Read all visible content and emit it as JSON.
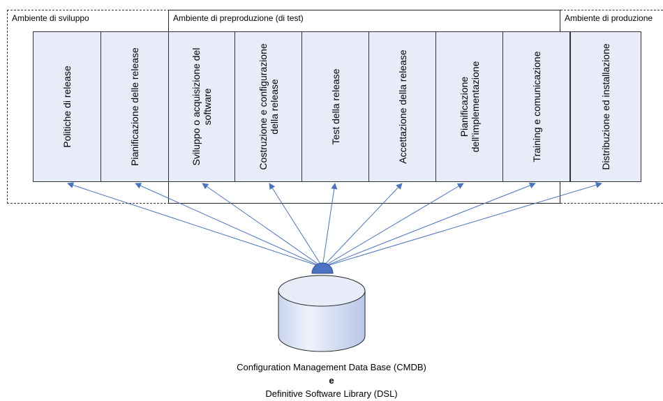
{
  "environments": {
    "development": "Ambiente di sviluppo",
    "preproduction": "Ambiente di preproduzione (di test)",
    "production": "Ambiente di produzione"
  },
  "phases": [
    "Politiche di release",
    "Pianificazione delle release",
    "Sviluppo o acquisizione del software",
    "Costruzione e configurazione della release",
    "Test della release",
    "Accettazione della release",
    "Pianificazione dell’implementazione",
    "Training e comunicazione",
    "Distribuzione ed installazione"
  ],
  "caption": {
    "line1": "Configuration Management Data Base (CMDB)",
    "line2": "e",
    "line3": "Definitive Software Library (DSL)"
  },
  "colors": {
    "phase_fill": "#e8ecf8",
    "arrow": "#4a73c0",
    "db_fill": "#dfe6f6",
    "db_node": "#4a73c0"
  }
}
